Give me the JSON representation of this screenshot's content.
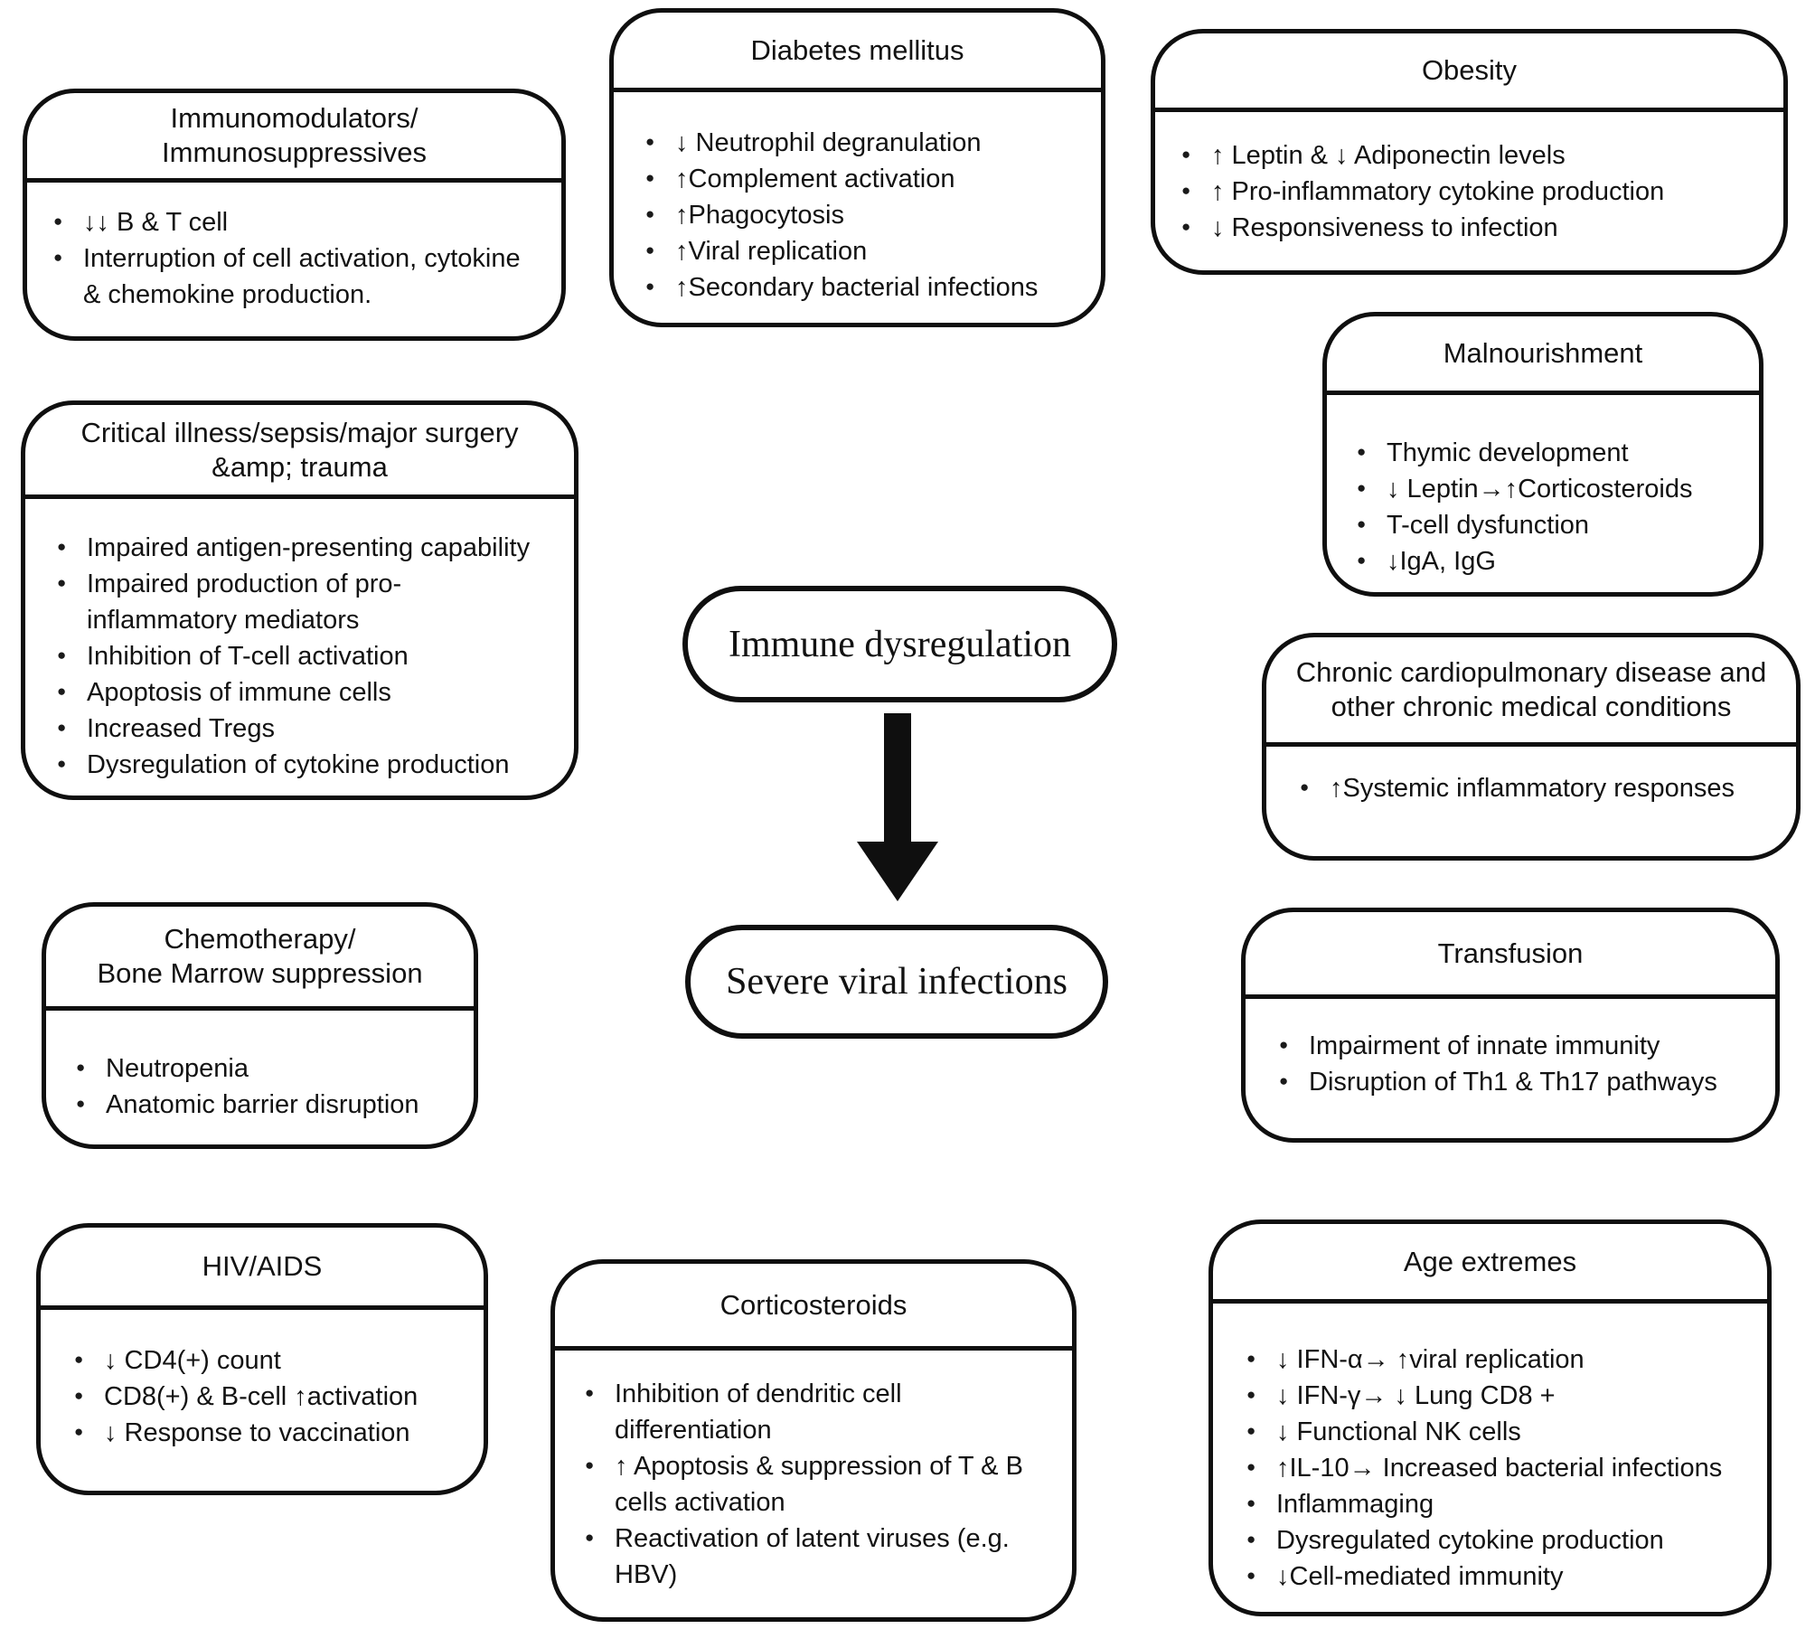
{
  "figure": {
    "center": {
      "cause": "Immune dysregulation",
      "effect": "Severe viral infections"
    },
    "colors": {
      "ink": "#0f0f0f",
      "background": "#ffffff"
    },
    "boxes": [
      {
        "id": "immunomodulators",
        "title": "Immunomodulators/\nImmunosuppressives",
        "bullets": [
          "↓↓ B & T cell",
          "Interruption of cell activation, cytokine\n& chemokine production."
        ]
      },
      {
        "id": "diabetes-mellitus",
        "title": "Diabetes mellitus",
        "bullets": [
          "↓ Neutrophil degranulation",
          "↑Complement activation",
          "↑Phagocytosis",
          "↑Viral replication",
          "↑Secondary bacterial infections"
        ]
      },
      {
        "id": "obesity",
        "title": "Obesity",
        "bullets": [
          "↑ Leptin & ↓ Adiponectin levels",
          "↑ Pro-inflammatory cytokine production",
          "↓ Responsiveness to infection"
        ]
      },
      {
        "id": "malnourishment",
        "title": "Malnourishment",
        "bullets": [
          "Thymic development",
          "↓ Leptin→↑Corticosteroids",
          "T-cell dysfunction",
          "↓IgA, IgG"
        ]
      },
      {
        "id": "critical-illness",
        "title": "Critical illness/sepsis/major surgery\n&amp; trauma",
        "bullets": [
          "Impaired antigen-presenting capability",
          "Impaired production of pro-\ninflammatory mediators",
          "Inhibition of T-cell activation",
          "Apoptosis of immune cells",
          "Increased Tregs",
          "Dysregulation of cytokine production"
        ]
      },
      {
        "id": "chronic-cardiopulmonary",
        "title": "Chronic cardiopulmonary disease and\nother chronic medical conditions",
        "bullets": [
          "↑Systemic inflammatory responses"
        ]
      },
      {
        "id": "chemotherapy",
        "title": "Chemotherapy/\nBone Marrow suppression",
        "bullets": [
          "Neutropenia",
          "Anatomic barrier disruption"
        ]
      },
      {
        "id": "transfusion",
        "title": "Transfusion",
        "bullets": [
          "Impairment of innate immunity",
          "Disruption of Th1 & Th17 pathways"
        ]
      },
      {
        "id": "hiv-aids",
        "title": "HIV/AIDS",
        "bullets": [
          "↓ CD4(+) count",
          "CD8(+) & B-cell ↑activation",
          "↓ Response to vaccination"
        ]
      },
      {
        "id": "corticosteroids",
        "title": "Corticosteroids",
        "bullets": [
          "Inhibition of dendritic cell\ndifferentiation",
          "↑ Apoptosis & suppression of T & B\ncells activation",
          "Reactivation of latent viruses (e.g.\nHBV)"
        ]
      },
      {
        "id": "age-extremes",
        "title": "Age extremes",
        "bullets": [
          "↓ IFN-α→ ↑viral replication",
          "↓ IFN-γ→ ↓ Lung CD8 +",
          "↓ Functional NK cells",
          "↑IL-10→ Increased bacterial infections",
          "Inflammaging",
          "Dysregulated cytokine production",
          "↓Cell-mediated immunity"
        ]
      }
    ]
  }
}
